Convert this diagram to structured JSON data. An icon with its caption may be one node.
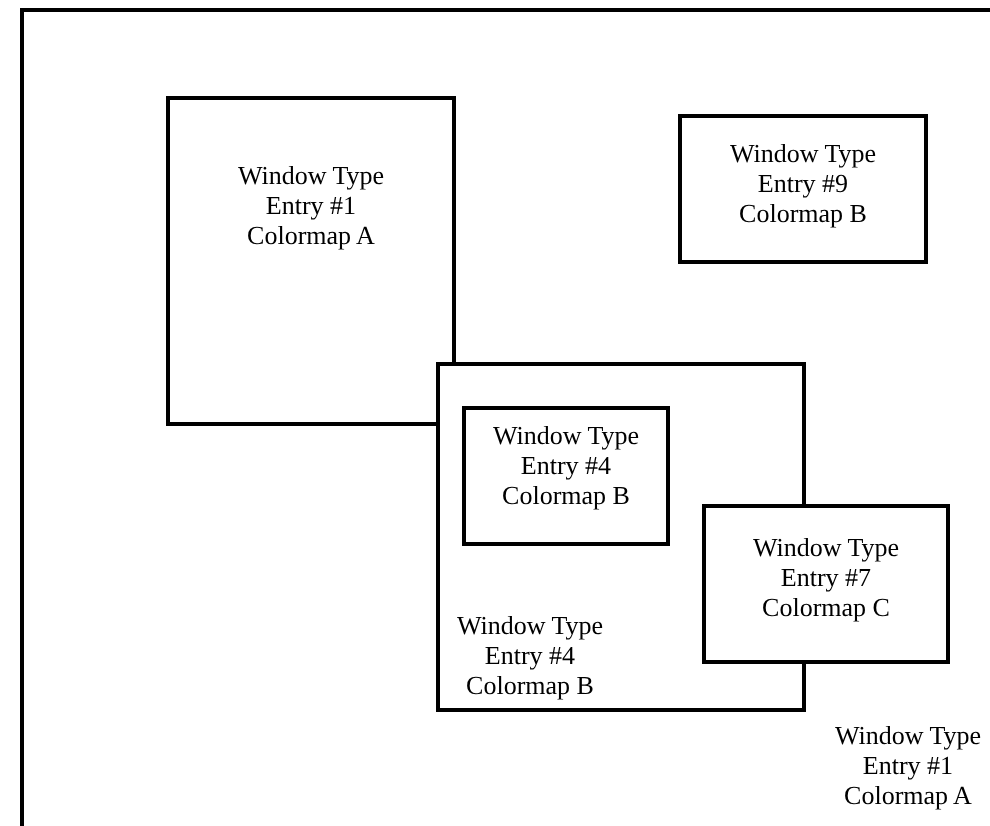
{
  "diagram": {
    "nodes": [
      {
        "text": [
          "Window Type Entry #1 Colormap A"
        ]
      },
      {
        "text": [
          "Window Type Entry #1 Colormap A"
        ],
        "in": 0
      },
      {
        "text": [
          "Window Type Entry #9 Colormap B"
        ],
        "in": 0
      },
      {
        "text": [
          "Window Type Entry #4 Colormap B"
        ],
        "in": 0
      },
      {
        "text": [
          "Window Type Entry #4 Colormap B"
        ],
        "in": 3
      },
      {
        "text": [
          "Window Type Entry #7 Colormap C"
        ],
        "in": 0
      }
    ]
  }
}
